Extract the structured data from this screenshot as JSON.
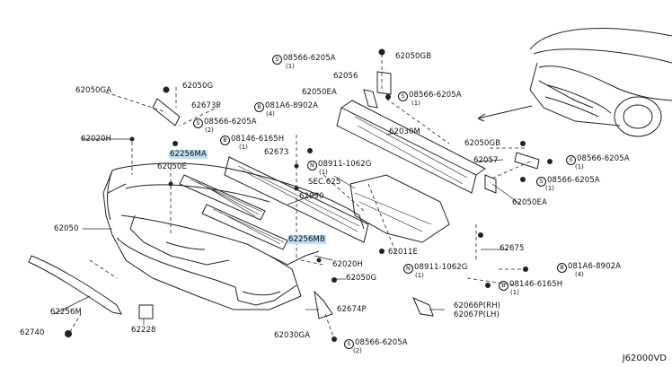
{
  "callouts": [
    {
      "id": "62050GA_top",
      "text": "62050GA"
    },
    {
      "id": "62050G_top",
      "text": "62050G"
    },
    {
      "id": "62673P",
      "text": "62673P"
    },
    {
      "id": "62020H_left",
      "text": "62020H"
    },
    {
      "id": "62256MA",
      "text": "62256MA"
    },
    {
      "id": "62050E",
      "text": "62050E"
    },
    {
      "id": "62050",
      "text": "62050"
    },
    {
      "id": "62256M",
      "text": "62256M"
    },
    {
      "id": "62740",
      "text": "62740"
    },
    {
      "id": "62228",
      "text": "62228"
    },
    {
      "id": "08146_6165H_a",
      "text": "08146-6165H"
    },
    {
      "id": "62673",
      "text": "62673"
    },
    {
      "id": "62090",
      "text": "62090"
    },
    {
      "id": "62256MB",
      "text": "62256MB"
    },
    {
      "id": "62020H_mid",
      "text": "62020H"
    },
    {
      "id": "62050G_mid",
      "text": "62050G"
    },
    {
      "id": "62674P",
      "text": "62674P"
    },
    {
      "id": "62030GA",
      "text": "62030GA"
    },
    {
      "id": "08566_6205A_bot",
      "text": "08566-6205A"
    },
    {
      "id": "08566_6205A_topl",
      "text": "08566-6205A"
    },
    {
      "id": "62050GB",
      "text": "62050GB"
    },
    {
      "id": "62056",
      "text": "62056"
    },
    {
      "id": "62050EA_top",
      "text": "62050EA"
    },
    {
      "id": "08566_6205A_topr",
      "text": "08566-6205A"
    },
    {
      "id": "081A6_8902A_l",
      "text": "081A6-8902A"
    },
    {
      "id": "08566_6205A_l",
      "text": "08566-6205A"
    },
    {
      "id": "08911_1062G_a",
      "text": "08911-1062G"
    },
    {
      "id": "SEC625",
      "text": "SEC.625"
    },
    {
      "id": "62011E",
      "text": "62011E"
    },
    {
      "id": "62030M",
      "text": "62030M"
    },
    {
      "id": "62050GB_r",
      "text": "62050GB"
    },
    {
      "id": "62057",
      "text": "62057"
    },
    {
      "id": "08566_6205A_r1",
      "text": "08566-6205A"
    },
    {
      "id": "08566_6205A_r2",
      "text": "08566-6205A"
    },
    {
      "id": "62050EA_r",
      "text": "62050EA"
    },
    {
      "id": "62675",
      "text": "62675"
    },
    {
      "id": "08911_1062G_b",
      "text": "08911-1062G"
    },
    {
      "id": "081A6_8902A_r",
      "text": "081A6-8902A"
    },
    {
      "id": "08146_6165H_b",
      "text": "08146-6165H"
    },
    {
      "id": "62066P",
      "text": "62066P(RH)"
    },
    {
      "id": "62067P",
      "text": "62067P(LH)"
    }
  ],
  "quantities": {
    "q_08566_topl": "(1)",
    "q_081A6_l": "(4)",
    "q_08566_l": "(2)",
    "q_08911_a": "(1)",
    "q_08911_b": "(1)",
    "q_08566_r1": "(1)",
    "q_08566_r2": "(1)",
    "q_081A6_r": "(4)",
    "q_08146_b": "(1)",
    "q_08566_topr": "(1)",
    "q_08566_bot": "(2)",
    "q_08146_a": "(1)"
  },
  "reference_code": "J62000VD",
  "highlight_color": "#bfe0f2"
}
